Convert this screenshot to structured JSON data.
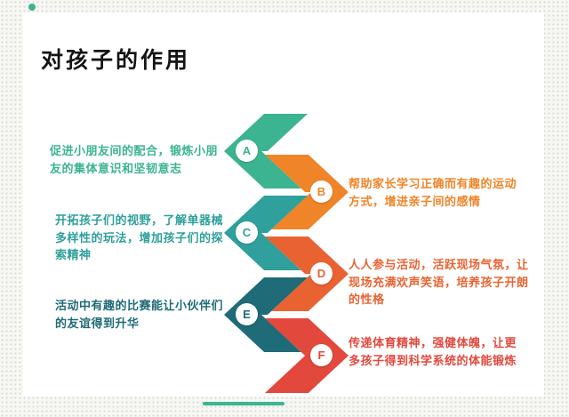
{
  "page": {
    "decor": {
      "dot_color": "#3cb491",
      "line_color": "#3cb491"
    }
  },
  "slide": {
    "title": "对孩子的作用",
    "title_color": "#141414",
    "items": [
      {
        "letter": "A",
        "color": "#3cb491",
        "text": "促进小朋友间的配合，锻炼小朋友的集体意识和坚韧意志"
      },
      {
        "letter": "B",
        "color": "#f08429",
        "text": "帮助家长学习正确而有趣的运动方式，增进亲子间的感情"
      },
      {
        "letter": "C",
        "color": "#2fa09b",
        "text": "开拓孩子们的视野，了解单器械多样性的玩法，增加孩子们的探索精神"
      },
      {
        "letter": "D",
        "color": "#e96332",
        "text": "人人参与活动，活跃现场气氛，让现场充满欢声笑语，培养孩子开朗的性格"
      },
      {
        "letter": "E",
        "color": "#1f6b78",
        "text": "活动中有趣的比赛能让小伙伴们的友谊得到升华"
      },
      {
        "letter": "F",
        "color": "#e3483d",
        "text": "传递体育精神，强健体魄，让更多孩子得到科学系统的体能锻炼"
      }
    ]
  }
}
